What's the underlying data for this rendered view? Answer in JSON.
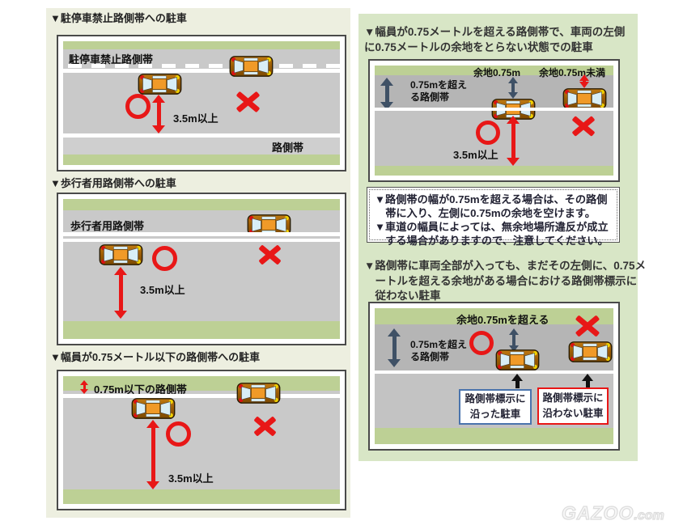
{
  "colors": {
    "accent_red": "#e81717",
    "navy_arrow": "#3f5166",
    "green_strip": "#bdd095",
    "ok_border_blue": "#4a74ad",
    "left_bg": "#edefe0",
    "right_bg": "#d8e6c6"
  },
  "s1": {
    "heading": "▼駐停車禁止路側帯への駐車",
    "zone": "駐停車禁止路側帯",
    "dist": "3.5m以上",
    "side": "路側帯"
  },
  "s2": {
    "heading": "▼歩行者用路側帯への駐車",
    "zone": "歩行者用路側帯",
    "dist": "3.5m以上"
  },
  "s3": {
    "heading": "▼幅員が0.75メートル以下の路側帯への駐車",
    "zone": "0.75m以下の路側帯",
    "dist": "3.5m以上"
  },
  "s4": {
    "heading": "▼幅員が0.75メートルを超える路側帯で、車両の左側に0.75メートルの余地をとらない状態での駐車",
    "margin_ok": "余地0.75m",
    "margin_ng": "余地0.75m未満",
    "shoulder": "0.75mを超え\nる路側帯",
    "dist": "3.5m以上"
  },
  "note": {
    "items": [
      "▼路側帯の幅が0.75mを超える場合は、その路側帯に入り、左側に0.75mの余地を空けます。",
      "▼車道の幅員によっては、無余地場所違反が成立する場合がありますので、注意してください。"
    ]
  },
  "s5": {
    "heading": "▼路側帯に車両全部が入っても、まだその左側に、0.75メートルを超える余地がある場合における路側帯標示に従わない駐車",
    "margin": "余地0.75mを超える",
    "shoulder": "0.75mを超え\nる路側帯",
    "ok_box": "路側帯標示に\n沿った駐車",
    "ng_box": "路側帯標示に\n沿わない駐車"
  },
  "watermark": {
    "brand": "GAZOO",
    "suffix": ".com"
  }
}
